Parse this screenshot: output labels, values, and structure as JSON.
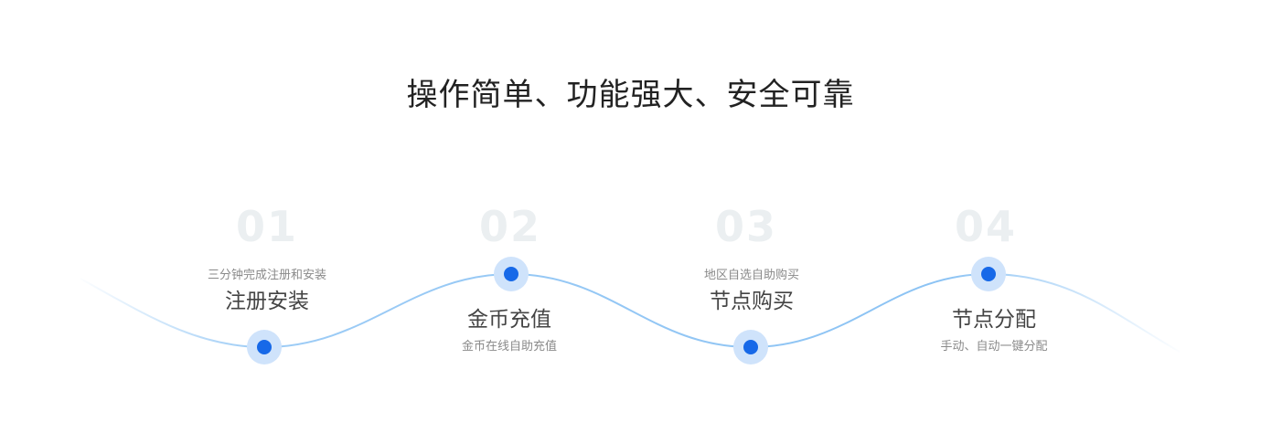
{
  "section": {
    "title": "操作简单、功能强大、安全可靠"
  },
  "steps": [
    {
      "number": "01",
      "name": "注册安装",
      "description": "三分钟完成注册和安装"
    },
    {
      "number": "02",
      "name": "金币充值",
      "description": "金币在线自助充值"
    },
    {
      "number": "03",
      "name": "节点购买",
      "description": "地区自选自助购买"
    },
    {
      "number": "04",
      "name": "节点分配",
      "description": "手动、自动一键分配"
    }
  ],
  "colors": {
    "accent": "#1769e8",
    "dot_halo": "#cfe3fb",
    "wave_line": "#8cc3f4",
    "step_number": "#ebeff1",
    "title": "#222222"
  }
}
